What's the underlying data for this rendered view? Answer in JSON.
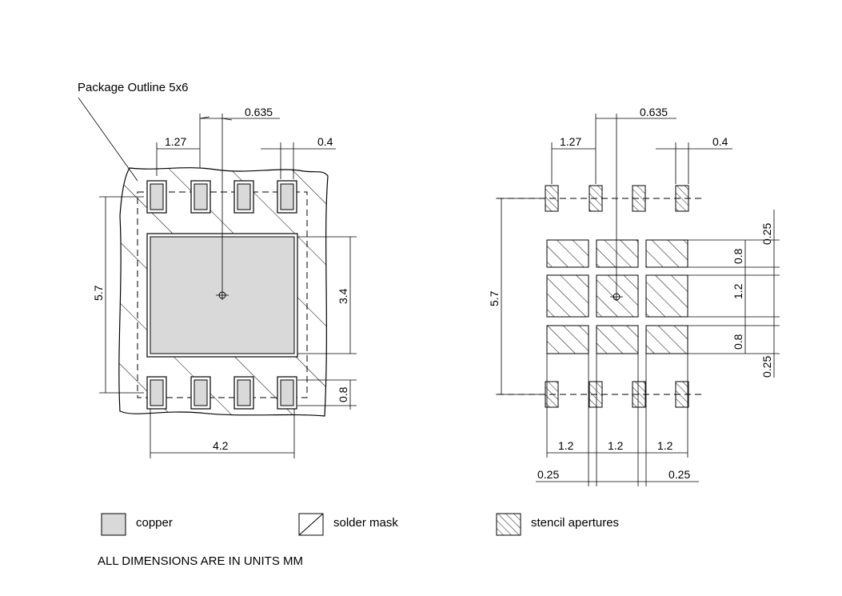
{
  "left_view": {
    "package_label": "Package Outline 5x6",
    "dim_pitch_half": "0.635",
    "dim_pitch": "1.27",
    "dim_pad_width": "0.4",
    "dim_height": "5.7",
    "dim_pad_height": "3.4",
    "dim_lead_height": "0.8",
    "dim_pad_width_total": "4.2"
  },
  "right_view": {
    "dim_pitch_half": "0.635",
    "dim_pitch": "1.27",
    "dim_pad_width": "0.4",
    "dim_height": "5.7",
    "dim_gap_top": "0.25",
    "dim_row_top": "0.8",
    "dim_row_mid": "1.2",
    "dim_row_bot": "0.8",
    "dim_gap_bot": "0.25",
    "dim_col_1": "1.2",
    "dim_col_2": "1.2",
    "dim_col_3": "1.2",
    "dim_gap_left": "0.25",
    "dim_gap_right": "0.25"
  },
  "legend": {
    "copper": "copper",
    "solder_mask": "solder mask",
    "stencil": "stencil apertures"
  },
  "note": "ALL DIMENSIONS ARE IN UNITS MM",
  "colors": {
    "copper": "#d9d9d9",
    "line": "#000000"
  }
}
